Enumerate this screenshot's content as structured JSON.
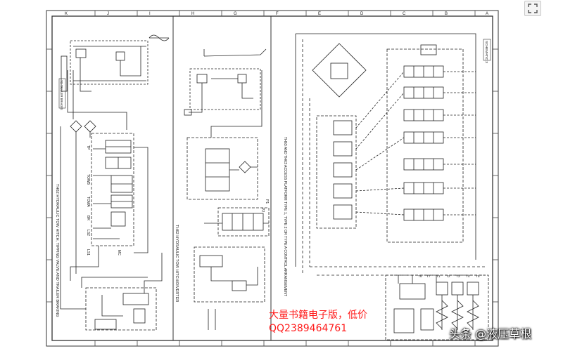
{
  "grid_columns_top": [
    "A",
    "B",
    "C",
    "D",
    "E",
    "F",
    "G",
    "H",
    "I",
    "J",
    "K"
  ],
  "schematic_title": "SCHEMATIC 3",
  "left_block": {
    "to_trailer_brakes": "TO TRAILER BRAKES",
    "caption": "TH62 HYDRAULIC TOW HITCH, TIPPING VALVE AND TRAILER BRAKING",
    "ports": [
      "TP",
      "TOWB",
      "TOWA",
      "BR",
      "LS2",
      "LS1",
      "MC"
    ]
  },
  "middle_block": {
    "caption": "TH62 HYDRAULIC TOW HITCH/DIVERTER",
    "ports": [
      "P2",
      "P1"
    ]
  },
  "right_block": {
    "caption": "TH63 AND TH63 ACCESS PLATFORM TYPE 1, TYPE 2 OR TYPE A CONTROL ARRANGEMENT",
    "ports_top": [
      "T1",
      "T2",
      "T3",
      "T4",
      "T5",
      "T6",
      "T7"
    ]
  },
  "watermark": {
    "line1": "大量书籍电子版，低价",
    "line2": "QQ2389464761",
    "source": "头条 @液压草根"
  },
  "icons": {
    "expand": "expand-icon"
  }
}
